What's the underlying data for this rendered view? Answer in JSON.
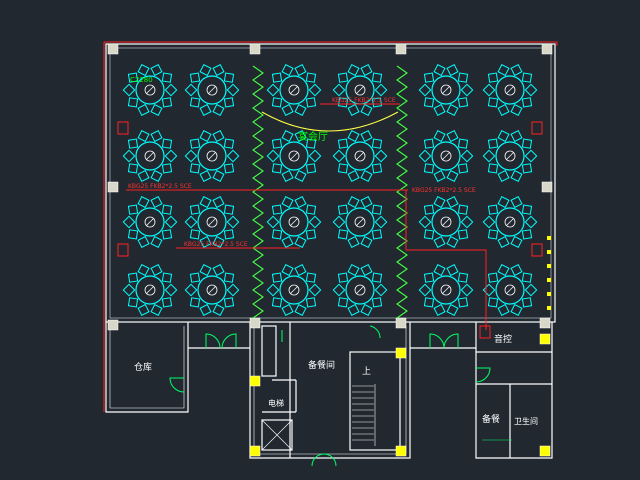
{
  "drawing": {
    "hall_title": "宴会厅",
    "dimension_note": "C2280",
    "pipe_labels": [
      "KBG25 FKB2*2.5 SCE",
      "KBG25 FKB2*2.5 SCE",
      "KBG25 FKB2*2.5 SCE",
      "KBG25 FKB2*2.5 SCE"
    ],
    "rooms": {
      "storage": "仓库",
      "prep": "备餐间",
      "shaft": "电梯",
      "stair_up": "上",
      "sound": "音控",
      "pantry": "备餐",
      "toilet": "卫生间"
    },
    "colors": {
      "background": "#212830",
      "wall": "#ffffff",
      "table": "#00ffff",
      "wiring": "#ff2020",
      "partition": "#44ff44",
      "column": "#ffff00",
      "door": "#00ff66",
      "text": "#00ff00"
    }
  }
}
